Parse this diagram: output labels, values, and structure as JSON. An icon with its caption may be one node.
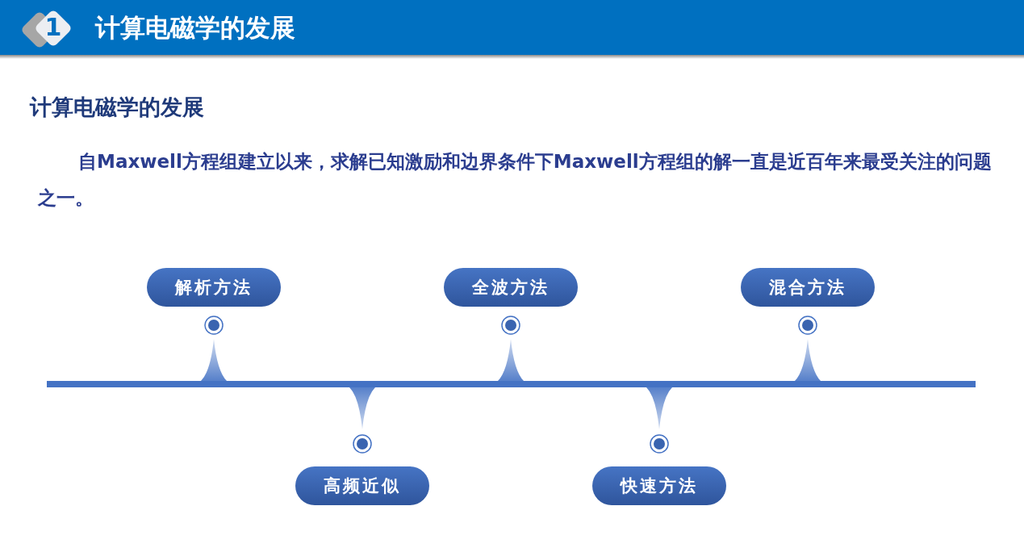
{
  "diagram": {
    "title": "计算电磁学的发展",
    "nodes": [
      {
        "text": [
          "解析方法"
        ]
      },
      {
        "text": [
          "高频近似"
        ]
      },
      {
        "text": [
          "全波方法"
        ]
      },
      {
        "text": [
          "快速方法"
        ]
      },
      {
        "text": [
          "混合方法"
        ]
      }
    ],
    "labels": [
      "1",
      "计算电磁学的发展",
      "自Maxwell方程组建立以来，求解已知激励和边界条件下Maxwell方程组的解一直是近百年来最受关注的问题之一。"
    ]
  }
}
